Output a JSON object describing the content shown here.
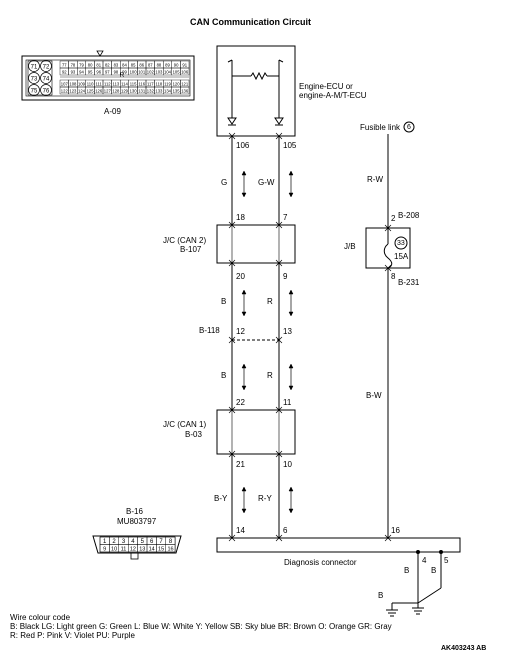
{
  "title": "CAN Communication Circuit",
  "drawing_code": "AK403243 AB",
  "connectors": {
    "a09": {
      "label": "A-09",
      "row1_pins": [
        "77",
        "78",
        "79",
        "80",
        "81",
        "82",
        "83",
        "84",
        "85",
        "86",
        "87",
        "88",
        "89",
        "90",
        "91"
      ],
      "row2_pins": [
        "92",
        "93",
        "94",
        "95",
        "96",
        "97",
        "98",
        "99",
        "100",
        "101",
        "102",
        "103",
        "104",
        "105",
        "106"
      ],
      "row3_pins": [
        "107",
        "108",
        "109",
        "110",
        "111",
        "112",
        "113",
        "114",
        "115",
        "116",
        "117",
        "118",
        "119",
        "120",
        "121"
      ],
      "row4_pins": [
        "122",
        "123",
        "124",
        "125",
        "126",
        "127",
        "128",
        "129",
        "130",
        "131",
        "132",
        "133",
        "134",
        "135",
        "136"
      ],
      "circle_pins": [
        "71",
        "72",
        "73",
        "74",
        "75",
        "76"
      ],
      "latch_mark": "R"
    },
    "b16": {
      "label": "B-16",
      "part_no": "MU803797",
      "top_pins": [
        "1",
        "2",
        "3",
        "4",
        "5",
        "6",
        "7",
        "8"
      ],
      "bottom_pins": [
        "9",
        "10",
        "11",
        "12",
        "13",
        "14",
        "15",
        "16"
      ]
    }
  },
  "ecu": {
    "label_line1": "Engine-ECU or",
    "label_line2": "engine-A-M/T-ECU"
  },
  "fusible_link": {
    "label": "Fusible link",
    "number": "6"
  },
  "jc_can2": {
    "label": "J/C (CAN 2)",
    "code": "B-107"
  },
  "jc_can1": {
    "label": "J/C (CAN 1)",
    "code": "B-03"
  },
  "joint_b118": {
    "code": "B-118"
  },
  "jb": {
    "label": "J/B",
    "fuse_number": "33",
    "fuse_rating": "15A",
    "conn_top": "B-208",
    "conn_bottom": "B-231"
  },
  "pins": {
    "ecu_left": "106",
    "ecu_right": "105",
    "can2_top_left": "18",
    "can2_top_right": "7",
    "can2_bottom_left": "20",
    "can2_bottom_right": "9",
    "b118_left": "12",
    "b118_right": "13",
    "can1_top_left": "22",
    "can1_top_right": "11",
    "can1_bottom_left": "21",
    "can1_bottom_right": "10",
    "diag_left": "14",
    "diag_right": "6",
    "diag_power": "16",
    "diag_gnd_a": "4",
    "diag_gnd_b": "5",
    "jb_top": "2",
    "jb_bottom": "8"
  },
  "wires": {
    "seg1_left": "G",
    "seg1_right": "G-W",
    "seg2_left": "B",
    "seg2_right": "R",
    "seg3_left": "B",
    "seg3_right": "R",
    "seg4_left": "B-Y",
    "seg4_right": "R-Y",
    "power_top": "R-W",
    "power_bottom": "B-W",
    "ground_a": "B",
    "ground_b": "B",
    "ground_c": "B"
  },
  "diagnosis_connector": {
    "label": "Diagnosis connector"
  },
  "wire_colour_code": {
    "heading": "Wire colour code",
    "line1": "B: Black  LG: Light green  G: Green  L: Blue  W: White  Y: Yellow  SB: Sky blue  BR: Brown  O: Orange  GR: Gray",
    "line2": "R: Red  P: Pink  V: Violet  PU: Purple"
  }
}
